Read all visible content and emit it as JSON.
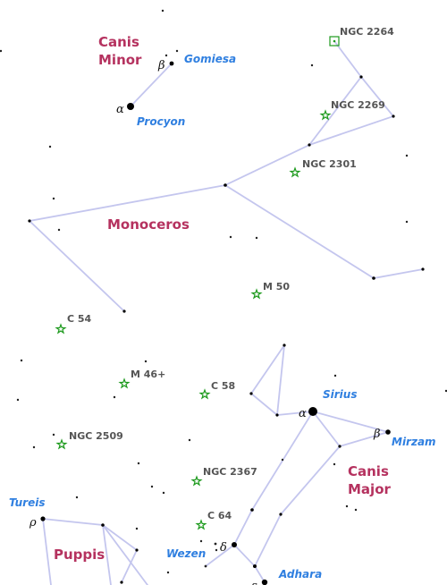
{
  "map": {
    "constellations": [
      {
        "id": "canis-minor",
        "lines": [
          "Canis",
          "Minor"
        ]
      },
      {
        "id": "monoceros",
        "lines": [
          "Monoceros"
        ]
      },
      {
        "id": "canis-major",
        "lines": [
          "Canis",
          "Major"
        ]
      },
      {
        "id": "puppis",
        "lines": [
          "Puppis"
        ]
      }
    ],
    "star_names": [
      {
        "id": "gomiesa",
        "text": "Gomiesa"
      },
      {
        "id": "procyon",
        "text": "Procyon"
      },
      {
        "id": "sirius",
        "text": "Sirius"
      },
      {
        "id": "mirzam",
        "text": "Mirzam"
      },
      {
        "id": "tureis",
        "text": "Tureis"
      },
      {
        "id": "wezen",
        "text": "Wezen"
      },
      {
        "id": "adhara",
        "text": "Adhara"
      }
    ],
    "greek_letters": [
      {
        "id": "beta-cmi",
        "text": "β"
      },
      {
        "id": "alpha-cmi",
        "text": "α"
      },
      {
        "id": "alpha-cma",
        "text": "α"
      },
      {
        "id": "beta-cma",
        "text": "β"
      },
      {
        "id": "rho-pup",
        "text": "ρ"
      },
      {
        "id": "delta-cma",
        "text": "δ"
      },
      {
        "id": "epsilon-cma",
        "text": "ε"
      }
    ],
    "deep_sky_objects": [
      {
        "id": "ngc-2264",
        "label": "NGC 2264",
        "kind": "cluster-nebula"
      },
      {
        "id": "ngc-2269",
        "label": "NGC 2269",
        "kind": "open-cluster"
      },
      {
        "id": "ngc-2301",
        "label": "NGC 2301",
        "kind": "open-cluster"
      },
      {
        "id": "m-50",
        "label": "M 50",
        "kind": "open-cluster"
      },
      {
        "id": "c-54",
        "label": "C 54",
        "kind": "open-cluster"
      },
      {
        "id": "m-46",
        "label": "M 46+",
        "kind": "open-cluster"
      },
      {
        "id": "c-58",
        "label": "C 58",
        "kind": "open-cluster"
      },
      {
        "id": "ngc-2509",
        "label": "NGC 2509",
        "kind": "open-cluster"
      },
      {
        "id": "ngc-2367",
        "label": "NGC 2367",
        "kind": "open-cluster"
      },
      {
        "id": "c-64",
        "label": "C 64",
        "kind": "open-cluster"
      }
    ],
    "colors": {
      "constellation_name": "#b5325f",
      "star_name": "#2f7fe0",
      "constellation_line": "#c4c6ee",
      "deep_sky_object": "#1d9a1d",
      "star": "#000000"
    }
  }
}
